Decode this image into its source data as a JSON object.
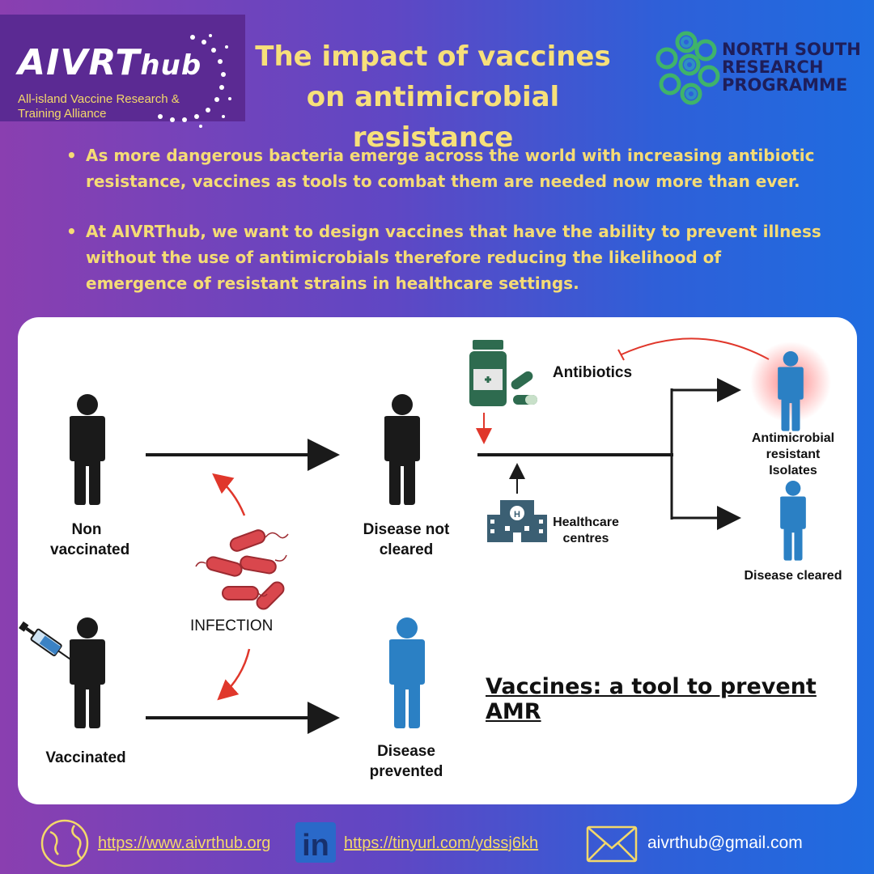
{
  "logo": {
    "name": "AIVRT",
    "hub": "hub",
    "subtitle": "All-island Vaccine Research & Training Alliance"
  },
  "title": {
    "line1": "The impact of vaccines",
    "line2": "on antimicrobial resistance"
  },
  "partner": {
    "line1": "NORTH SOUTH",
    "line2": "RESEARCH",
    "line3": "PROGRAMME"
  },
  "bullets": [
    "As more dangerous bacteria  emerge across the world with increasing antibiotic resistance, vaccines as tools to combat them  are needed now more than ever.",
    "At AIVRThub,  we want to design vaccines that  have the ability to prevent illness without the use of antimicrobials  therefore reducing the likelihood of emergence of resistant strains in healthcare settings."
  ],
  "diagram": {
    "non_vaccinated": "Non vaccinated",
    "vaccinated": "Vaccinated",
    "infection": "INFECTION",
    "disease_not_cleared": "Disease not cleared",
    "disease_prevented": "Disease prevented",
    "antibiotics": "Antibiotics",
    "healthcare_centres": "Healthcare centres",
    "amr_isolates": "Antimicrobial resistant Isolates",
    "disease_cleared": "Disease cleared",
    "amr_title": "Vaccines: a tool to prevent AMR",
    "hospital_letter": "H"
  },
  "footer": {
    "website": "https://www.aivrthub.org",
    "linkedin": "https://tinyurl.com/ydssj6kh",
    "email": "aivrthub@gmail.com",
    "linkedin_icon_text": "in"
  },
  "colors": {
    "title_yellow": "#f7e07a",
    "person_black": "#1a1a1a",
    "person_blue": "#2b80c4",
    "arrow_red": "#e0372b",
    "bacteria_red": "#d9474d"
  }
}
